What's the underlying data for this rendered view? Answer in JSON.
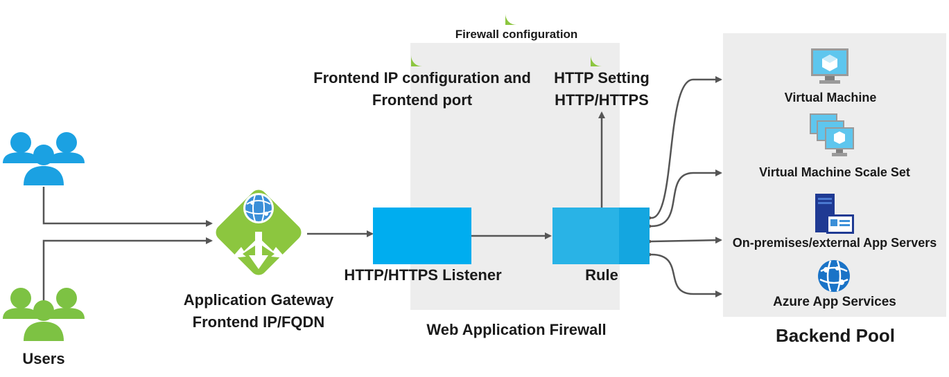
{
  "colors": {
    "panel": "#ededed",
    "users_blue": "#1ba1e2",
    "users_green": "#7dc243",
    "gateway_green": "#8cc63f",
    "box_blue": "#00adef",
    "arrow": "#555555",
    "pin_green": "#8cc63f"
  },
  "labels": {
    "firewall_config": "Firewall configuration",
    "frontend_ip_line1": "Frontend IP configuration and",
    "frontend_ip_line2": "Frontend port",
    "http_setting_line1": "HTTP Setting",
    "http_setting_line2": "HTTP/HTTPS",
    "app_gateway_line1": "Application Gateway",
    "app_gateway_line2": "Frontend IP/FQDN",
    "users": "Users",
    "listener": "HTTP/HTTPS Listener",
    "rule": "Rule",
    "waf": "Web Application Firewall",
    "backend_pool": "Backend Pool"
  },
  "backend": {
    "vm": "Virtual Machine",
    "vmss": "Virtual Machine Scale Set",
    "onprem": "On-premises/external App Servers",
    "app_services": "Azure App Services"
  },
  "icons": [
    "users-icon",
    "application-gateway-icon",
    "virtual-machine-icon",
    "vm-scale-set-icon",
    "server-icon",
    "app-services-icon",
    "pin-icon"
  ]
}
